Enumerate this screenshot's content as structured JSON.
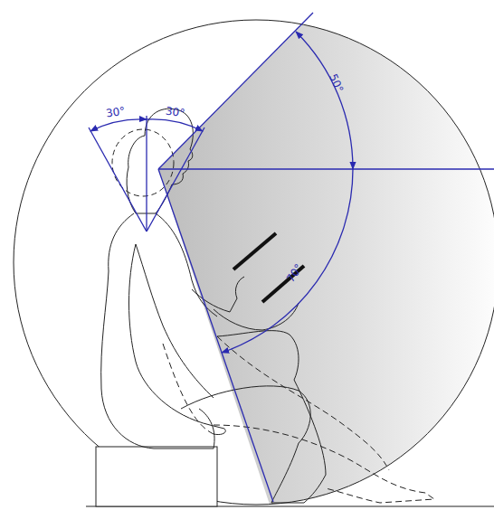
{
  "diagram": {
    "labels": [
      "30°",
      "30°",
      "50°",
      "70°"
    ]
  }
}
